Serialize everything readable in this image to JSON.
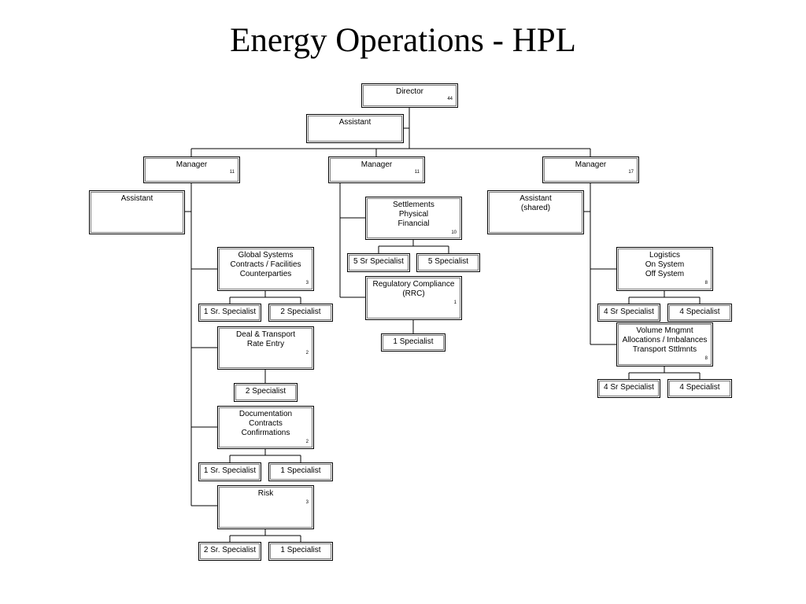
{
  "title": "Energy Operations - HPL",
  "nodes": {
    "director": {
      "label": "Director",
      "count": "44"
    },
    "assistant_top": {
      "label": "Assistant"
    },
    "manager_1": {
      "label": "Manager",
      "count": "11"
    },
    "manager_2": {
      "label": "Manager",
      "count": "11"
    },
    "manager_3": {
      "label": "Manager",
      "count": "17"
    },
    "assistant_1": {
      "label": "Assistant"
    },
    "global_systems": {
      "label": "Global Systems\nContracts / Facilities\nCounterparties",
      "count": "3"
    },
    "gs_sr": {
      "label": "1 Sr. Specialist"
    },
    "gs_sp": {
      "label": "2 Specialist"
    },
    "deal_transport": {
      "label": "Deal & Transport\nRate Entry",
      "count": "2"
    },
    "dt_sp": {
      "label": "2 Specialist"
    },
    "documentation": {
      "label": "Documentation\nContracts\nConfirmations",
      "count": "2"
    },
    "doc_sr": {
      "label": "1 Sr. Specialist"
    },
    "doc_sp": {
      "label": "1 Specialist"
    },
    "risk": {
      "label": "Risk",
      "count": "3"
    },
    "risk_sr": {
      "label": "2 Sr. Specialist"
    },
    "risk_sp": {
      "label": "1 Specialist"
    },
    "settlements": {
      "label": "Settlements\nPhysical\nFinancial",
      "count": "10"
    },
    "set_sr": {
      "label": "5 Sr Specialist"
    },
    "set_sp": {
      "label": "5 Specialist"
    },
    "regulatory": {
      "label": "Regulatory Compliance\n(RRC)",
      "count": "1"
    },
    "reg_sp": {
      "label": "1 Specialist"
    },
    "assistant_3": {
      "label": "Assistant\n(shared)"
    },
    "logistics": {
      "label": "Logistics\nOn System\nOff System",
      "count": "8"
    },
    "log_sr": {
      "label": "4 Sr Specialist"
    },
    "log_sp": {
      "label": "4 Specialist"
    },
    "volume": {
      "label": "Volume Mngmnt\nAllocations / Imbalances\nTransport Sttlmnts",
      "count": "8"
    },
    "vol_sr": {
      "label": "4 Sr Specialist"
    },
    "vol_sp": {
      "label": "4 Specialist"
    }
  }
}
